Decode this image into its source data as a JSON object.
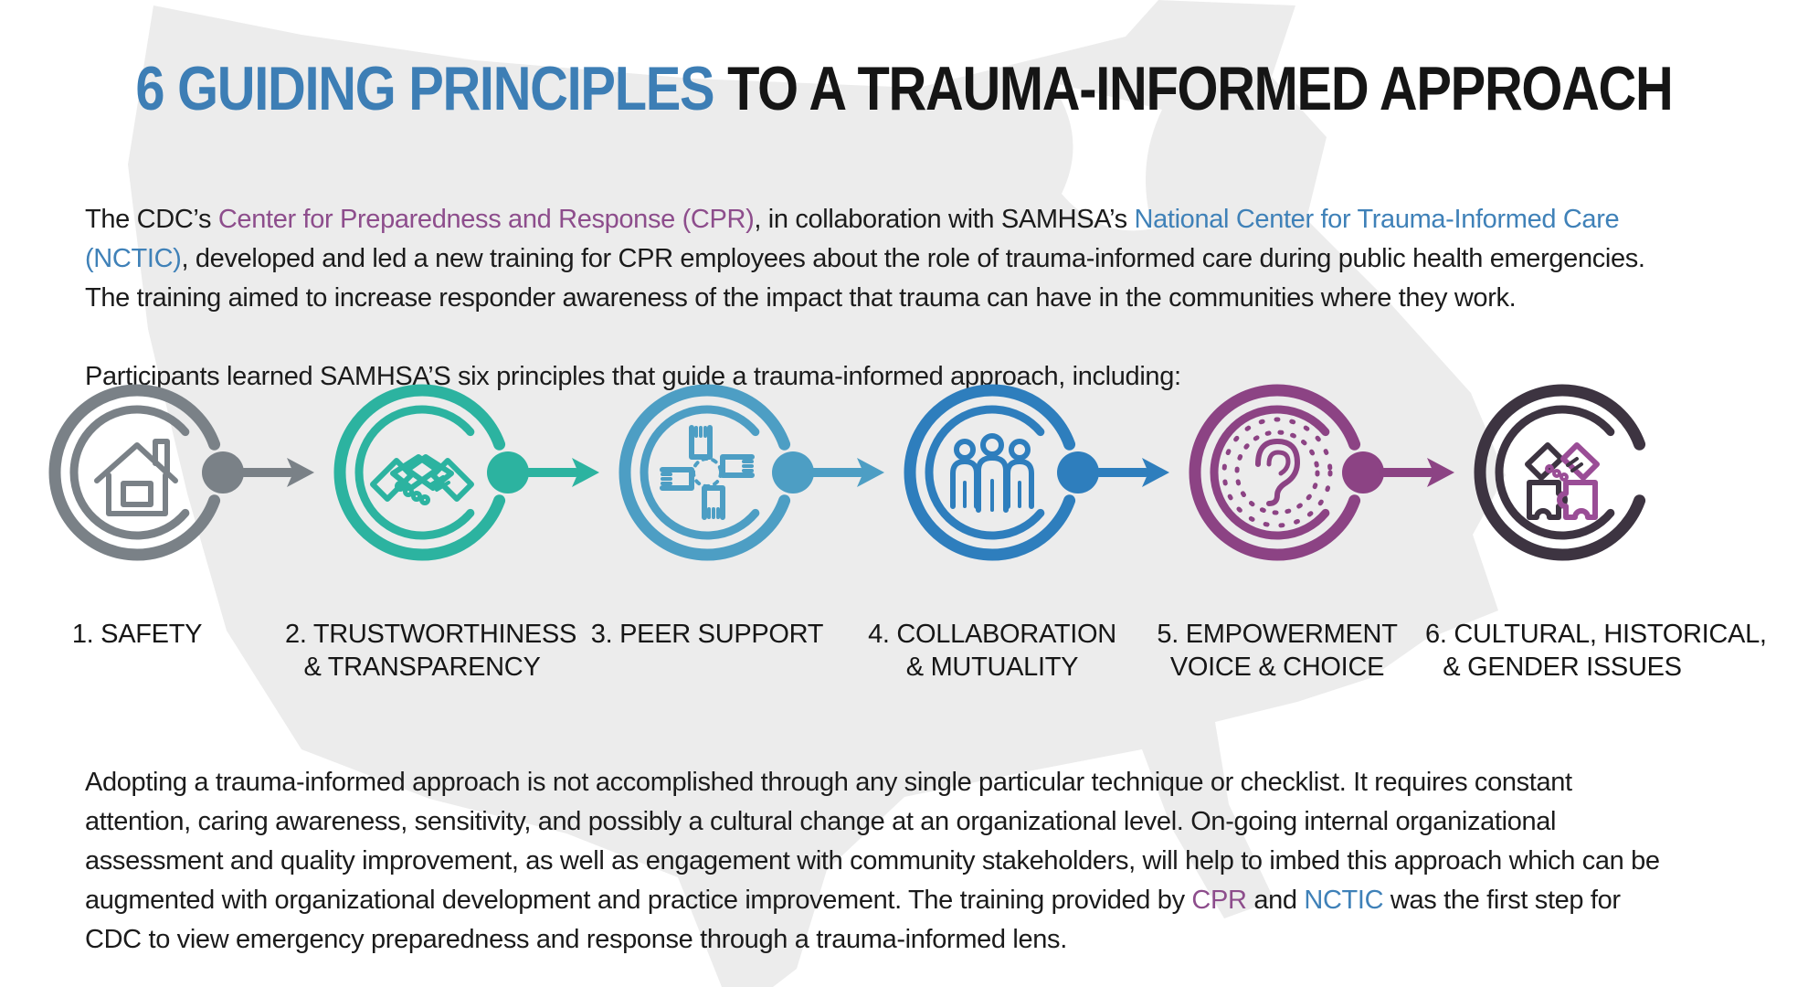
{
  "title": {
    "highlight": "6 GUIDING PRINCIPLES",
    "rest": " TO A TRAUMA-INFORMED APPROACH"
  },
  "intro": {
    "segments": [
      {
        "text": "The CDC’s ",
        "style": "dark",
        "name": "text-segment",
        "link": false
      },
      {
        "text": "Center for Preparedness and Response (CPR)",
        "style": "purple",
        "name": "link-cpr",
        "link": true
      },
      {
        "text": ", in collaboration with SAMHSA’s ",
        "style": "dark",
        "name": "text-segment",
        "link": false
      },
      {
        "text": "National Center for Trauma-Informed Care (NCTIC)",
        "style": "blue",
        "name": "link-nctic",
        "link": true
      },
      {
        "text": ", developed and led a new training for CPR employees about the role of trauma-informed care during public health emergencies. The training aimed to increase responder awareness of the impact that trauma can have in the communities where they work.",
        "style": "dark",
        "name": "text-segment",
        "link": false
      }
    ],
    "participants_line": "Participants learned SAMHSA’S six principles that guide a trauma-informed approach, including:"
  },
  "principles": [
    {
      "label_line1": "1. SAFETY",
      "label_line2": "",
      "color": "#7a8187",
      "icon": "house-icon",
      "has_arrow": true
    },
    {
      "label_line1": "2. TRUSTWORTHINESS",
      "label_line2": "& TRANSPARENCY",
      "color": "#2cb3a0",
      "icon": "handshake-icon",
      "has_arrow": true
    },
    {
      "label_line1": "3. PEER SUPPORT",
      "label_line2": "",
      "color": "#4d9ec4",
      "icon": "four-hands-icon",
      "has_arrow": true
    },
    {
      "label_line1": "4. COLLABORATION",
      "label_line2": "& MUTUALITY",
      "color": "#2e7ebd",
      "icon": "people-group-icon",
      "has_arrow": true
    },
    {
      "label_line1": "5. EMPOWERMENT",
      "label_line2": "VOICE & CHOICE",
      "color": "#8c4384",
      "icon": "ear-icon",
      "has_arrow": true
    },
    {
      "label_line1": "6. CULTURAL, HISTORICAL,",
      "label_line2": "& GENDER ISSUES",
      "color": "#3d3441",
      "accent_color": "#9a4d96",
      "icon": "handshake-puzzle-icon",
      "has_arrow": false
    }
  ],
  "outro": {
    "segments": [
      {
        "text": "Adopting a trauma-informed approach is not accomplished through any single particular technique or checklist. It requires constant attention, caring awareness, sensitivity, and possibly a cultural change at an organizational level. On-going internal organizational assessment and quality improvement, as well as engagement with community stakeholders, will help to imbed this approach which can be augmented with organizational development and practice improvement. The training provided by ",
        "style": "dark",
        "name": "text-segment",
        "link": false
      },
      {
        "text": "CPR",
        "style": "purple",
        "name": "link-cpr",
        "link": true
      },
      {
        "text": " and ",
        "style": "dark",
        "name": "text-segment",
        "link": false
      },
      {
        "text": "NCTIC",
        "style": "blue",
        "name": "link-nctic",
        "link": true
      },
      {
        "text": " was the first step for CDC to view emergency preparedness and response through a trauma-informed lens.",
        "style": "dark",
        "name": "text-segment",
        "link": false
      }
    ]
  },
  "colors": {
    "title_blue": "#3d7eb5",
    "link_purple": "#8d4d8c",
    "link_blue": "#3f81b8",
    "text_dark": "#1b1b1b",
    "map_gray": "#ececec"
  }
}
